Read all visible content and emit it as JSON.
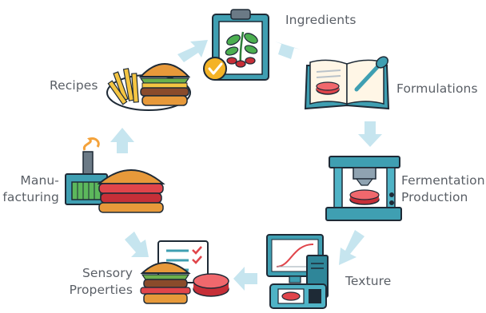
{
  "colors": {
    "arrow": "#c6e5ef",
    "outline": "#1e2a36",
    "teal": "#3f9fb2",
    "red_patty": "#e0454b",
    "label_text": "#5a5f66"
  },
  "stages": [
    {
      "id": "ingredients",
      "icon": "clipboard-plant-check-icon",
      "label_lines": [
        "Ingredients"
      ]
    },
    {
      "id": "formulations",
      "icon": "recipe-book-spoon-icon",
      "label_lines": [
        "Formulations"
      ]
    },
    {
      "id": "fermentation",
      "icon": "fermentation-press-icon",
      "label_lines": [
        "Fermentation",
        "Production"
      ]
    },
    {
      "id": "texture",
      "icon": "texture-analyzer-computer-icon",
      "label_lines": [
        "Texture"
      ]
    },
    {
      "id": "sensory",
      "icon": "sensory-burger-checklist-icon",
      "label_lines": [
        "Sensory",
        "Properties"
      ]
    },
    {
      "id": "manufacturing",
      "icon": "factory-burger-icon",
      "label_lines": [
        "Manu-",
        "facturing"
      ]
    },
    {
      "id": "recipes",
      "icon": "burger-fries-plate-icon",
      "label_lines": [
        "Recipes"
      ]
    }
  ]
}
